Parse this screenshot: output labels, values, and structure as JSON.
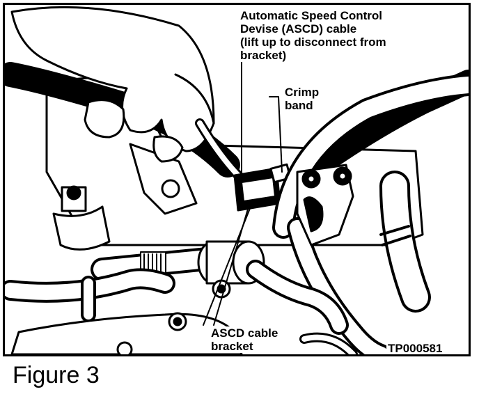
{
  "callouts": {
    "ascd_cable": {
      "lines": [
        "Automatic Speed Control",
        "Devise (ASCD) cable",
        "(lift up to disconnect from",
        "bracket)"
      ]
    },
    "crimp_band": {
      "lines": [
        "Crimp",
        "band"
      ]
    },
    "ascd_bracket": {
      "lines": [
        "ASCD cable",
        "bracket"
      ]
    }
  },
  "part_code": "TP000581",
  "caption": "Figure 3"
}
